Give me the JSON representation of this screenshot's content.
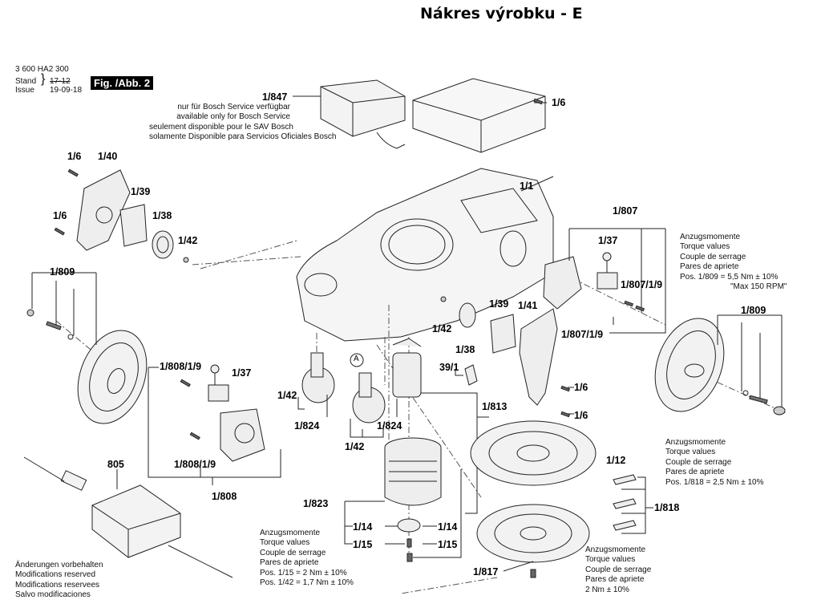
{
  "header": {
    "title": "Nákres výrobku - E",
    "doc_number": "3 600 HA2 300",
    "stand_label": "Stand",
    "issue_label": "Issue",
    "stand_value": "17-12",
    "issue_value": "19-09-18",
    "figure_label": "Fig. /Abb. 2"
  },
  "service_note": {
    "part": "1/847",
    "lines": [
      "nur für Bosch Service verfügbar",
      "available only for Bosch Service",
      "seulement disponible pour le SAV Bosch",
      "solamente Disponible para Servicios Oficiales Bosch"
    ]
  },
  "part_labels": {
    "p1_6_top": "1/6",
    "p1_1": "1/1",
    "p1_6_a": "1/6",
    "p1_40": "1/40",
    "p1_39_l": "1/39",
    "p1_6_b": "1/6",
    "p1_38_l": "1/38",
    "p1_42_l": "1/42",
    "p1_809_l": "1/809",
    "p1_807": "1/807",
    "p1_37_r": "1/37",
    "p1_807_1_9_a": "1/807/1/9",
    "p1_807_1_9_b": "1/807/1/9",
    "p1_809_r": "1/809",
    "p1_42_m": "1/42",
    "p1_39_m": "1/39",
    "p1_41": "1/41",
    "p1_38_m": "1/38",
    "p39_1": "39/1",
    "p1_6_c": "1/6",
    "p1_6_d": "1/6",
    "p1_813": "1/813",
    "p1_808_1_9_a": "1/808/1/9",
    "p1_37_l": "1/37",
    "p1_808_1_9_b": "1/808/1/9",
    "p1_808": "1/808",
    "p1_42_a": "1/42",
    "p1_824_a": "1/824",
    "p1_42_b": "1/42",
    "p1_824_b": "1/824",
    "callout_a": "A",
    "p805": "805",
    "p1_823": "1/823",
    "p1_14_l": "1/14",
    "p1_14_r": "1/14",
    "p1_15_l": "1/15",
    "p1_15_r": "1/15",
    "p1_817": "1/817",
    "p1_12": "1/12",
    "p1_818": "1/818"
  },
  "torque_notes": {
    "right_top": [
      "Anzugsmomente",
      "Torque values",
      "Couple de serrage",
      "Pares de apriete",
      "Pos. 1/809 = 5,5 Nm  ± 10%",
      "\"Max 150 RPM\""
    ],
    "right_mid": [
      "Anzugsmomente",
      "Torque values",
      "Couple de serrage",
      "Pares de apriete",
      "Pos. 1/818 = 2,5 Nm  ± 10%"
    ],
    "bottom_center": [
      "Anzugsmomente",
      "Torque values",
      "Couple de serrage",
      "Pares de apriete",
      "Pos. 1/15 = 2 Nm  ± 10%",
      "Pos. 1/42 = 1,7 Nm  ± 10%"
    ],
    "bottom_right": [
      "Anzugsmomente",
      "Torque values",
      "Couple de serrage",
      "Pares de apriete",
      "2 Nm  ± 10%"
    ]
  },
  "footer_note": [
    "Änderungen vorbehalten",
    "Modifications reserved",
    "Modifications reservees",
    "Salvo modificaciones"
  ]
}
